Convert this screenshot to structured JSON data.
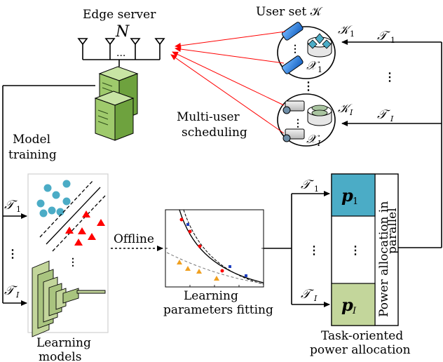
{
  "edge_server": {
    "title": "Edge server",
    "antenna_count_symbol": "N",
    "antenna_ellipsis": "..."
  },
  "user_set": {
    "title": "User set 𝒦",
    "group1": {
      "set_symbol": "𝒦",
      "set_index": "1",
      "data_symbol": "𝒳",
      "data_index": "1"
    },
    "groupI": {
      "set_symbol": "𝒦",
      "set_index": "I",
      "data_symbol": "𝒳",
      "data_index": "I"
    }
  },
  "scheduling_label": [
    "Multi-user",
    "scheduling"
  ],
  "training_label": [
    "Model",
    "training"
  ],
  "learning_models_label": [
    "Learning",
    "models"
  ],
  "offline_label": "Offline",
  "fitting_label": [
    "Learning",
    "parameters fitting"
  ],
  "power_allocation": {
    "block1": {
      "symbol": "p",
      "index": "1",
      "color": "#4bacc6"
    },
    "blockI": {
      "symbol": "p",
      "index": "I",
      "color": "#c3d69b"
    },
    "parallel_label": [
      "Power allocation in",
      "parallel"
    ],
    "caption": [
      "Task-oriented",
      "power allocation"
    ]
  },
  "tasks": {
    "symbol": "𝒯",
    "first_index": "1",
    "last_index": "I"
  },
  "ellipsis_vertical": "⋮",
  "colors": {
    "scheduling_arrow": "#ff0000",
    "server": "#8fbf5a",
    "circles": "#4bacc6",
    "triangles": "#ff0000"
  }
}
